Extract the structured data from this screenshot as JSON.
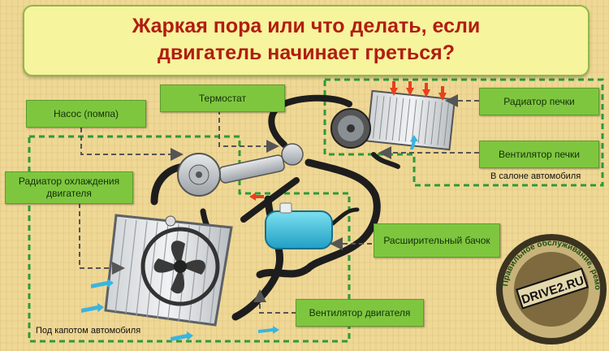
{
  "title": {
    "line1": "Жаркая пора или что делать, если",
    "line2": "двигатель начинает греться?"
  },
  "labels": {
    "pump": "Насос (помпа)",
    "thermostat": "Термостат",
    "heater_radiator": "Радиатор печки",
    "heater_fan": "Вентилятор печки",
    "cooling_radiator": "Радиатор охлаждения двигателя",
    "expansion_tank": "Расширительный бачок",
    "engine_fan": "Вентилятор двигателя"
  },
  "zones": {
    "cabin": "В салоне автомобиля",
    "underhood": "Под капотом автомобиля"
  },
  "badge": {
    "arc_text": "Правильное обслуживание, ремонт и диагностика",
    "brand": "DRIVE2.RU"
  },
  "colors": {
    "title_text": "#b11d12",
    "label_fill": "#7fc63f",
    "dashed_zone": "#2e9a3a",
    "hot_arrow": "#e8401d",
    "cold_arrow": "#3ab5e0"
  }
}
